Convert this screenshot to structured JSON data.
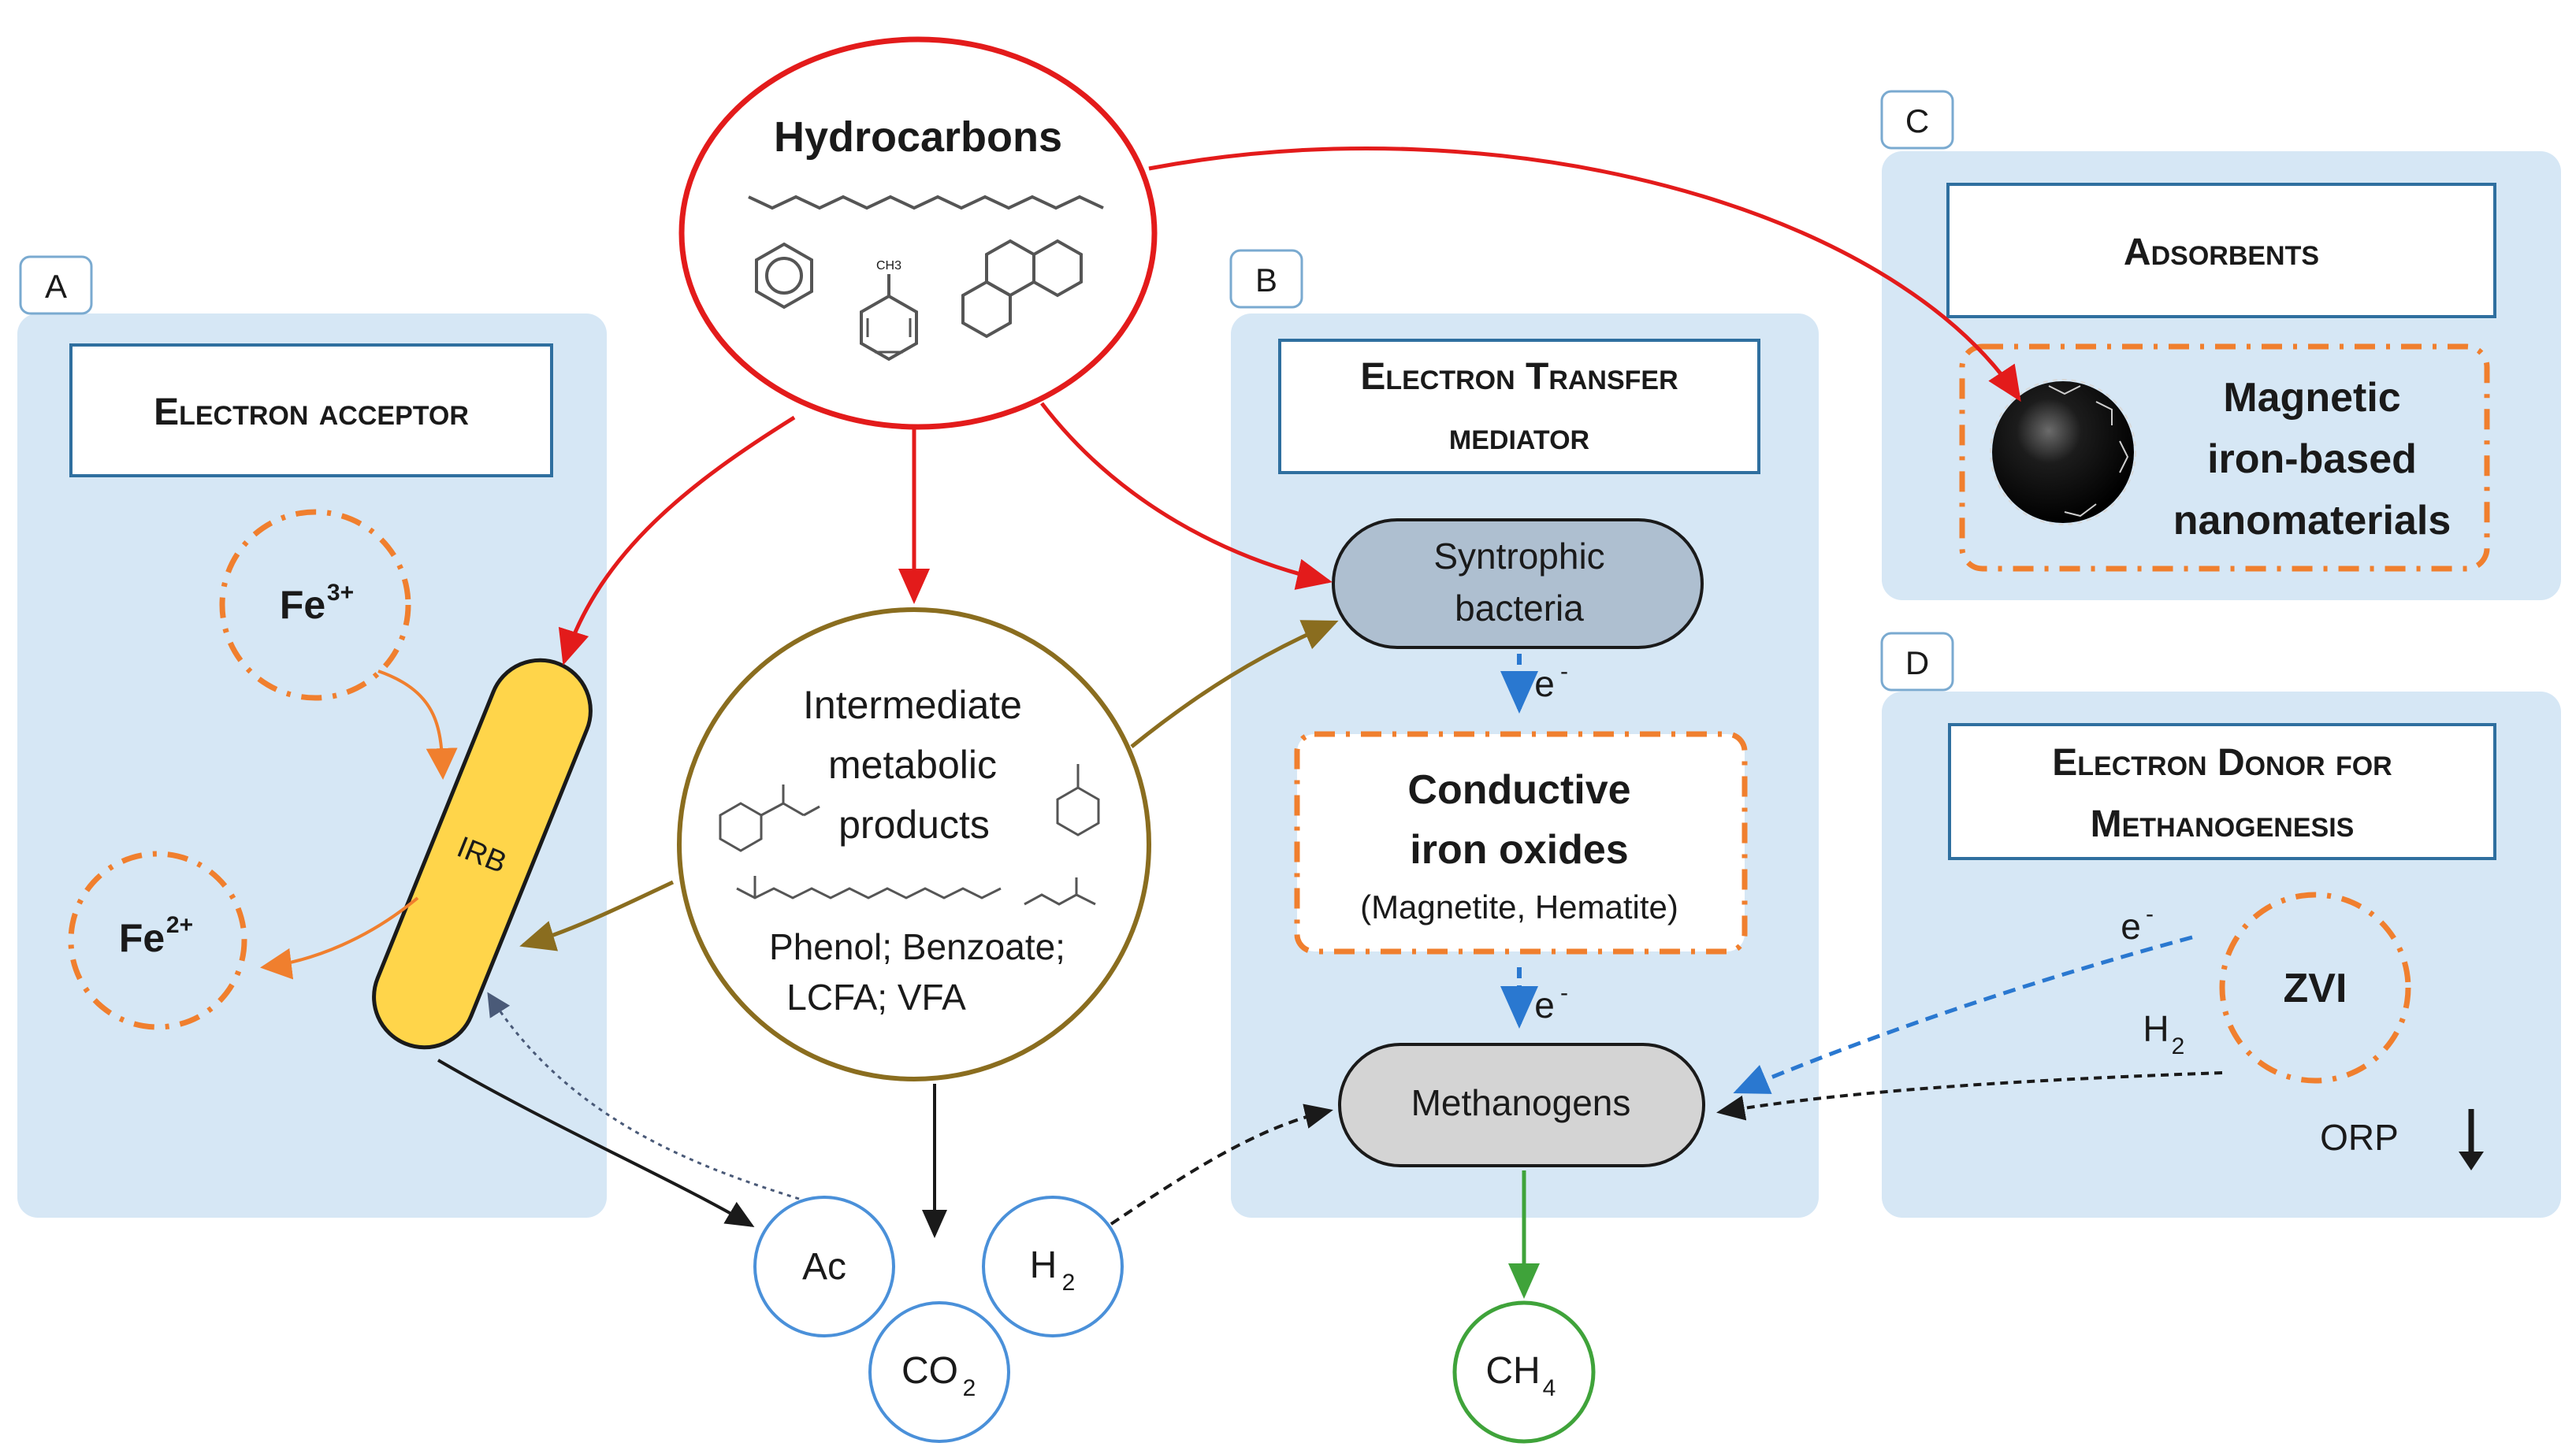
{
  "panels": {
    "a": {
      "tag": "A",
      "title": "Electron acceptor"
    },
    "b": {
      "tag": "B",
      "title_line1": "Electron Transfer",
      "title_line2": "mediator"
    },
    "c": {
      "tag": "C",
      "title": "Adsorbents"
    },
    "d": {
      "tag": "D",
      "title_line1": "Electron Donor for",
      "title_line2": "Methanogenesis"
    }
  },
  "hydrocarbons": {
    "label": "Hydrocarbons"
  },
  "intermediates": {
    "line1": "Intermediate",
    "line2": "metabolic",
    "line3": "products",
    "compounds_line1": "Phenol; Benzoate;",
    "compounds_line2": "LCFA; VFA"
  },
  "iron": {
    "fe3": "Fe",
    "fe3_charge": "3+",
    "fe2": "Fe",
    "fe2_charge": "2+",
    "irb": "IRB"
  },
  "mediator": {
    "syntrophic_line1": "Syntrophic",
    "syntrophic_line2": "bacteria",
    "electron_1": "e",
    "electron_2": "e",
    "electron_sign": "-",
    "conductive_line1": "Conductive",
    "conductive_line2": "iron oxides",
    "conductive_line3": "(Magnetite, Hematite)",
    "methanogens": "Methanogens"
  },
  "adsorbents": {
    "line1": "Magnetic",
    "line2": "iron-based",
    "line3": "nanomaterials"
  },
  "donor": {
    "zvi": "ZVI",
    "electron": "e",
    "electron_sign": "-",
    "h2": "H",
    "h2_sub": "2",
    "orp": "ORP"
  },
  "products": {
    "ac": "Ac",
    "co2": "CO",
    "co2_sub": "2",
    "h2": "H",
    "h2_sub": "2",
    "ch4": "CH",
    "ch4_sub": "4"
  },
  "colors": {
    "panel_bg": "#d6e7f5",
    "box_border": "#2f6f9f",
    "red": "#e31b1b",
    "brown": "#8a6d1f",
    "orange": "#f07f2e",
    "blue_dash": "#2a78d0",
    "green": "#3fa33a",
    "irb_fill": "#ffd54a",
    "syntrophic_fill": "#aebfd0",
    "methanogens_fill": "#d4d4d4"
  }
}
